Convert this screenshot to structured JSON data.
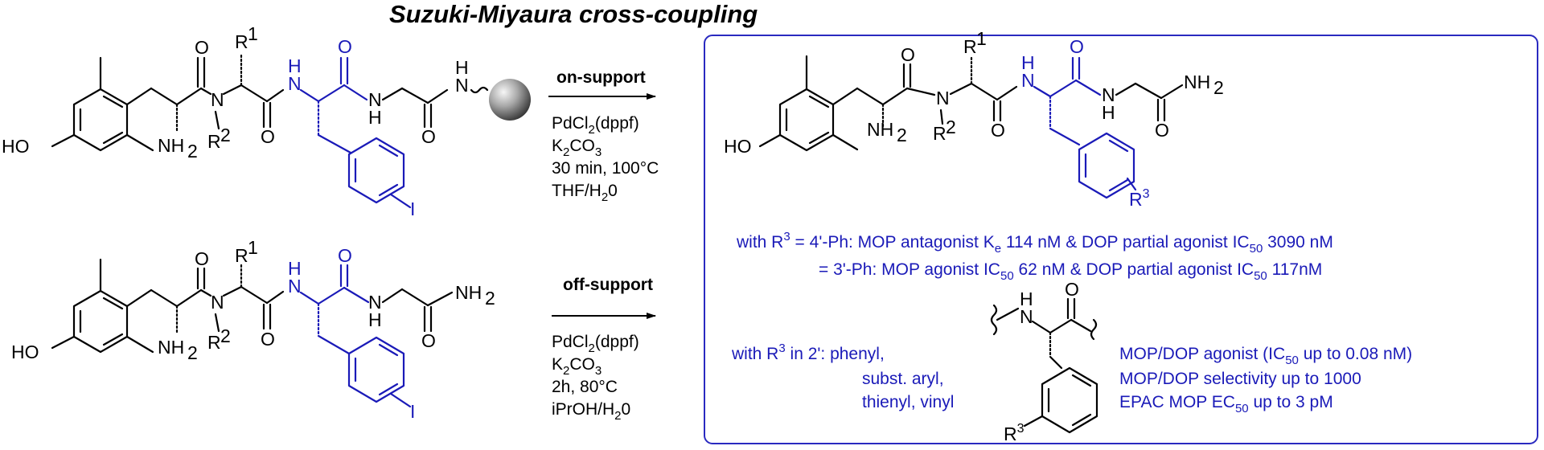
{
  "title": "Suzuki-Miyaura cross-coupling",
  "atoms": {
    "ho": "HO",
    "nh2": "NH",
    "two": "2",
    "n": "N",
    "h": "H",
    "o": "O",
    "r": "R",
    "one": "1",
    "three": "3",
    "iodo": "I"
  },
  "conditions": {
    "on_support": {
      "label": "on-support",
      "catalyst": "PdCl",
      "catalyst_suffix": "(dppf)",
      "base_k": "K",
      "base_co": "CO",
      "time_temp": "30 min, 100°C",
      "solvent_a": "THF/H",
      "solvent_b": "0"
    },
    "off_support": {
      "label": "off-support",
      "catalyst": "PdCl",
      "catalyst_suffix": "(dppf)",
      "base_k": "K",
      "base_co": "CO",
      "time_temp": "2h, 80°C",
      "solvent_a": "iPrOH/H",
      "solvent_b": "0"
    }
  },
  "results": {
    "line1_a": "with R",
    "line1_b": " = 4'-Ph: MOP antagonist K",
    "line1_c": "e",
    "line1_d": " 114 nM & DOP partial agonist IC",
    "line1_e": "50",
    "line1_f": " 3090 nM",
    "line2_a": "= 3'-Ph: MOP agonist IC",
    "line2_b": "50",
    "line2_c": " 62 nM & DOP partial agonist IC",
    "line2_d": "50",
    "line2_e": " 117nM",
    "line3_a": "with R",
    "line3_b": " in 2': phenyl,",
    "line4": "subst. aryl,",
    "line5": "thienyl, vinyl",
    "stat1_a": "MOP/DOP agonist (IC",
    "stat1_b": "50",
    "stat1_c": " up to 0.08 nM)",
    "stat2": "MOP/DOP selectivity up to 1000",
    "stat3_a": "EPAC MOP EC",
    "stat3_b": "50",
    "stat3_c": " up to 3 pM"
  }
}
